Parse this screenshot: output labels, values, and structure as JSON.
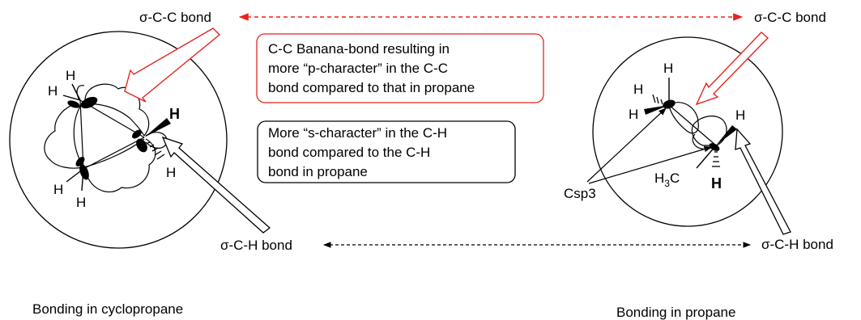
{
  "colors": {
    "red": "#e8231f",
    "black": "#000000",
    "background": "#ffffff"
  },
  "labels": {
    "sigma_cc_left": "σ-C-C bond",
    "sigma_cc_right": "σ-C-C bond",
    "sigma_ch_left": "σ-C-H bond",
    "sigma_ch_right": "σ-C-H bond",
    "csp3": "Csp3",
    "caption_left": "Bonding in cyclopropane",
    "caption_right": "Bonding in propane"
  },
  "red_box": {
    "lines": [
      "C-C Banana-bond resulting in",
      "more “p-character” in the C-C",
      "bond compared to that in propane"
    ]
  },
  "black_box": {
    "lines": [
      "More “s-character” in the C-H",
      "bond compared to the  C-H",
      "bond in propane"
    ]
  },
  "atoms": {
    "h": "H",
    "h3c_h": "H",
    "h3c_sub": "3",
    "h3c_c": "C"
  }
}
